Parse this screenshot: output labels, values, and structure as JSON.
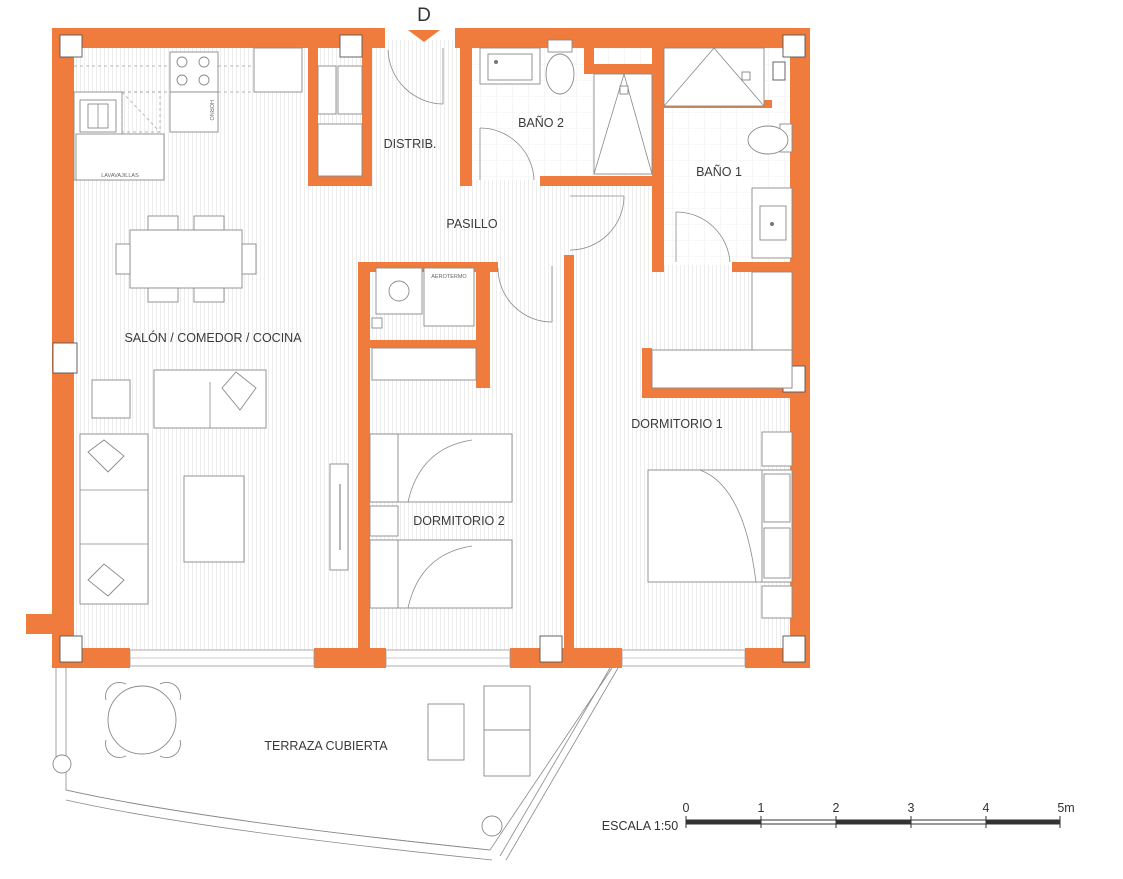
{
  "plan": {
    "entry_label": "D",
    "rooms": {
      "living": "SALÓN / COMEDOR / COCINA",
      "distributor": "DISTRIB.",
      "corridor": "PASILLO",
      "bath2": "BAÑO 2",
      "bath1": "BAÑO 1",
      "bedroom2": "DORMITORIO 2",
      "bedroom1": "DORMITORIO 1",
      "terrace": "TERRAZA CUBIERTA"
    },
    "fixtures": {
      "washer": "LAVAVAJILLAS",
      "oven": "HORNO",
      "water_heater": "AEROTERMO"
    },
    "colors": {
      "walls": "#ef7c3d",
      "floor_lines": "#dcdcdc"
    }
  },
  "scale": {
    "label": "ESCALA 1:50",
    "ticks": [
      "0",
      "1",
      "2",
      "3",
      "4",
      "5m"
    ]
  }
}
